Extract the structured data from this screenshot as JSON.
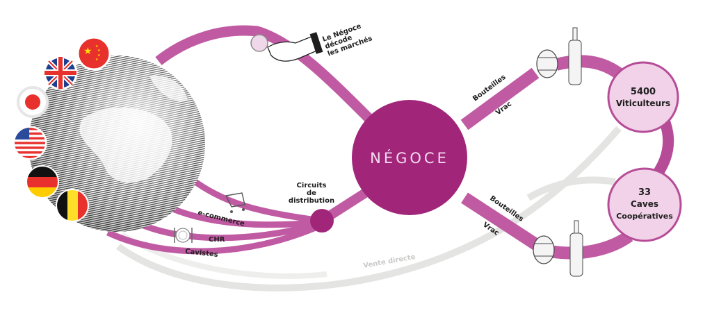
{
  "diagram": {
    "hub": {
      "label": "NÉGOCE",
      "color": "#a1267a"
    },
    "colors": {
      "flow": "#c05ba3",
      "flow_dark": "#a1267a",
      "direct_sale": "#e4e5e3",
      "node_fill": "#f2d2e8",
      "node_stroke": "#b64c97",
      "text": "#1e1e1e"
    },
    "annotation_top": {
      "lines": [
        "Le Négoce",
        "décode",
        "les marchés"
      ],
      "icon": "hand-magnifier-icon"
    },
    "upper_branch": {
      "top_label": "Bouteilles",
      "bottom_label": "Vrac"
    },
    "lower_branch": {
      "top_label": "Bouteilles",
      "bottom_label": "Vrac"
    },
    "producers": [
      {
        "number": "5400",
        "label": "Viticulteurs"
      },
      {
        "number": "33",
        "label": "Caves",
        "sublabel": "Coopératives"
      }
    ],
    "distribution": {
      "hub_label_lines": [
        "Circuits",
        "de",
        "distribution"
      ],
      "channels": [
        {
          "label": "e-commerce",
          "icon": "shopping-cart-icon"
        },
        {
          "label": "CHR",
          "icon": "plate-cutlery-icon"
        },
        {
          "label": "Cavistes",
          "icon": ""
        }
      ]
    },
    "direct_sale_label": "Vente directe",
    "markets": [
      {
        "country": "China",
        "icon": "flag-china-icon"
      },
      {
        "country": "United Kingdom",
        "icon": "flag-uk-icon"
      },
      {
        "country": "Japan",
        "icon": "flag-japan-icon"
      },
      {
        "country": "United States",
        "icon": "flag-usa-icon"
      },
      {
        "country": "Germany",
        "icon": "flag-germany-icon"
      },
      {
        "country": "Belgium",
        "icon": "flag-belgium-icon"
      }
    ]
  }
}
